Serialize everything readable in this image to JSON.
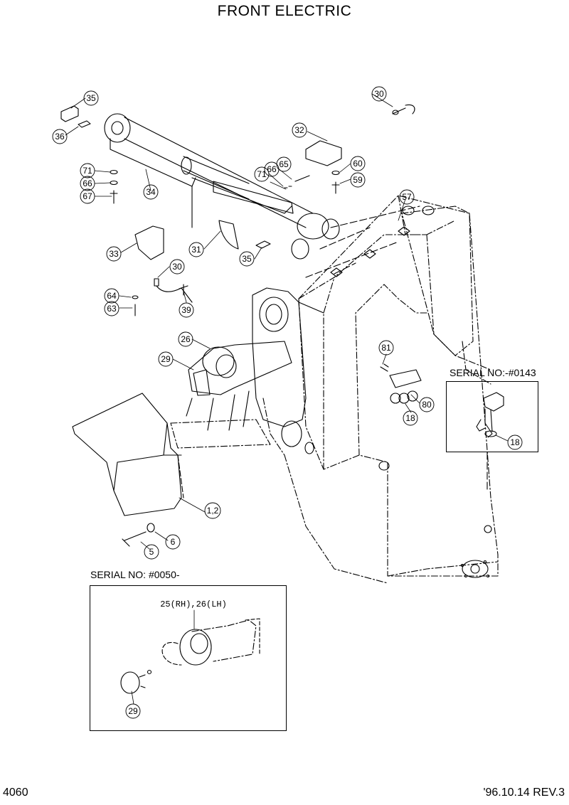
{
  "title": "FRONT ELECTRIC",
  "page_number": "4060",
  "revision": "'96.10.14 REV.3",
  "serial_notes": {
    "right_inset": "SERIAL NO:-#0143",
    "bottom_inset": "SERIAL NO: #0050-"
  },
  "callouts": {
    "c35a": "35",
    "c36": "36",
    "c71a": "71",
    "c66a": "66",
    "c67": "67",
    "c34": "34",
    "c30a": "30",
    "c32": "32",
    "c65": "65",
    "c66b": "66",
    "c71b": "71",
    "c60": "60",
    "c59": "59",
    "c57": "57",
    "c31": "31",
    "c35b": "35",
    "c33": "33",
    "c30b": "30",
    "c64": "64",
    "c63": "63",
    "c39": "39",
    "c26": "26",
    "c29a": "29",
    "c81": "81",
    "c80": "80",
    "c18a": "18",
    "c18b": "18",
    "c12": "1,2",
    "c5": "5",
    "c6": "6",
    "c29b": "29"
  },
  "inset_label_bottom": "25(RH),26(LH)"
}
